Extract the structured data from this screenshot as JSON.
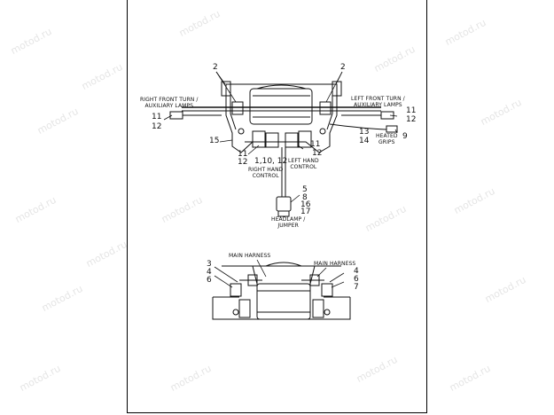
{
  "watermark": "motod.ru",
  "labels": {
    "right_front_turn": "RIGHT FRONT TURN /\nAUXILIARY LAMPS",
    "left_front_turn": "LEFT FRONT TURN /\nAUXILIARY LAMPS",
    "heated_grips": "HEATED\nGRIPS",
    "right_hand_control": "RIGHT HAND\nCONTROL",
    "left_hand_control": "LEFT HAND\nCONTROL",
    "headlamp_jumper": "HEADLAMP /\nJUMPER",
    "main_harness_left": "MAIN HARNESS",
    "main_harness_right": "MAIN HARNESS"
  },
  "callouts": {
    "n2_left": "2",
    "n2_right": "2",
    "n11_rf": "11",
    "n12_rf": "12",
    "n11_lf": "11",
    "n12_lf": "12",
    "n13": "13",
    "n14": "14",
    "n9": "9",
    "n15": "15",
    "n11_rh": "11",
    "n12_rh": "12",
    "n1_10_12": "1,10, 12",
    "n11_lh": "11",
    "n12_lh": "12",
    "n5": "5",
    "n8": "8",
    "n16": "16",
    "n17": "17",
    "n3": "3",
    "n4_l": "4",
    "n6_l": "6",
    "n4_r": "4",
    "n6_r": "6",
    "n7": "7"
  }
}
